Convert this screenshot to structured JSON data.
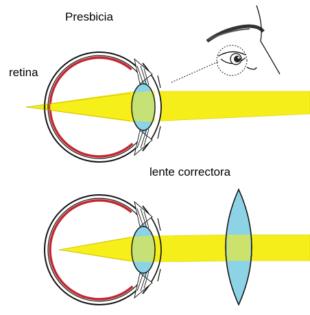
{
  "labels": {
    "title": "Presbicia",
    "retina": "retina",
    "corrective_lens": "lente correctora"
  },
  "colors": {
    "light_beam": "#f5ee1a",
    "lens_tissue": "#8dd3e6",
    "retina_layer": "#c4262e",
    "outline": "#111111",
    "background": "#ffffff"
  },
  "panels": [
    {
      "name": "uncorrected-eye",
      "corrective_lens": false,
      "focus": "behind-retina"
    },
    {
      "name": "corrected-eye",
      "corrective_lens": true,
      "focus": "on-retina"
    }
  ]
}
